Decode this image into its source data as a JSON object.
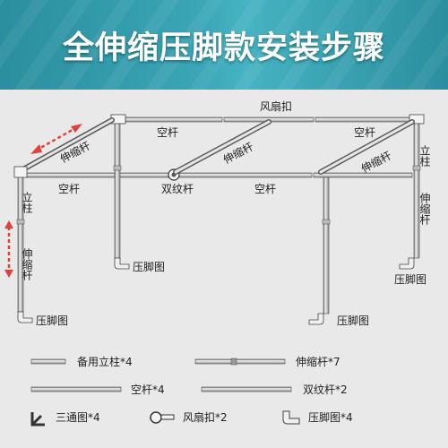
{
  "banner": {
    "title": "全伸缩压脚款安装步骤"
  },
  "labels": {
    "fan_buckle": "风扇扣",
    "empty_rod_top_left": "空杆",
    "empty_rod_top_right": "空杆",
    "telescopic_rod_1": "伸缩杆",
    "telescopic_rod_2": "伸缩杆",
    "telescopic_rod_3": "伸缩杆",
    "column_top_right": "立柱",
    "telescopic_rod_right": "伸缩杆",
    "empty_rod_mid_left": "空杆",
    "double_thread_rod": "双纹杆",
    "empty_rod_mid_right": "空杆",
    "column_left": "立柱",
    "telescopic_rod_left": "伸缩杆",
    "foot_1": "压脚图",
    "foot_2": "压脚图",
    "foot_3": "压脚图",
    "foot_4": "压脚图"
  },
  "parts": [
    {
      "name": "备用立柱*4"
    },
    {
      "name": "伸缩杆*7"
    },
    {
      "name": "空杆*4"
    },
    {
      "name": "双纹杆*2"
    },
    {
      "name": "三通图*4"
    },
    {
      "name": "风扇扣*2"
    },
    {
      "name": "压脚图*4"
    }
  ],
  "colors": {
    "arrow": "#e0413c",
    "pipe": "#c9c9c9",
    "pipe_edge": "#4a4a4a",
    "banner": "#3aa6b6"
  }
}
